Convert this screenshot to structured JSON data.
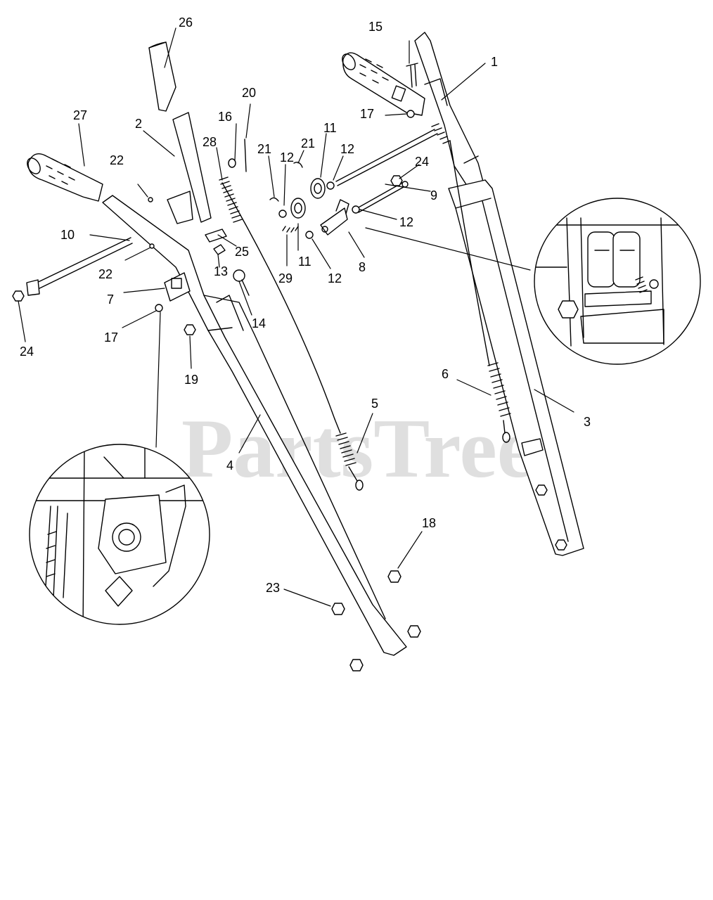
{
  "diagram": {
    "watermark": "PartsTree",
    "watermark_tm": "™",
    "labels": {
      "l1": "1",
      "l2": "2",
      "l3": "3",
      "l4": "4",
      "l5": "5",
      "l6": "6",
      "l7": "7",
      "l8": "8",
      "l9": "9",
      "l10": "10",
      "l11a": "11",
      "l11b": "11",
      "l12a": "12",
      "l12b": "12",
      "l12c": "12",
      "l12d": "12",
      "l13": "13",
      "l14": "14",
      "l15": "15",
      "l16": "16",
      "l17a": "17",
      "l17b": "17",
      "l18": "18",
      "l19": "19",
      "l20": "20",
      "l21a": "21",
      "l21b": "21",
      "l22a": "22",
      "l22b": "22",
      "l23": "23",
      "l24a": "24",
      "l24b": "24",
      "l25": "25",
      "l26": "26",
      "l27": "27",
      "l28": "28",
      "l29": "29"
    }
  }
}
